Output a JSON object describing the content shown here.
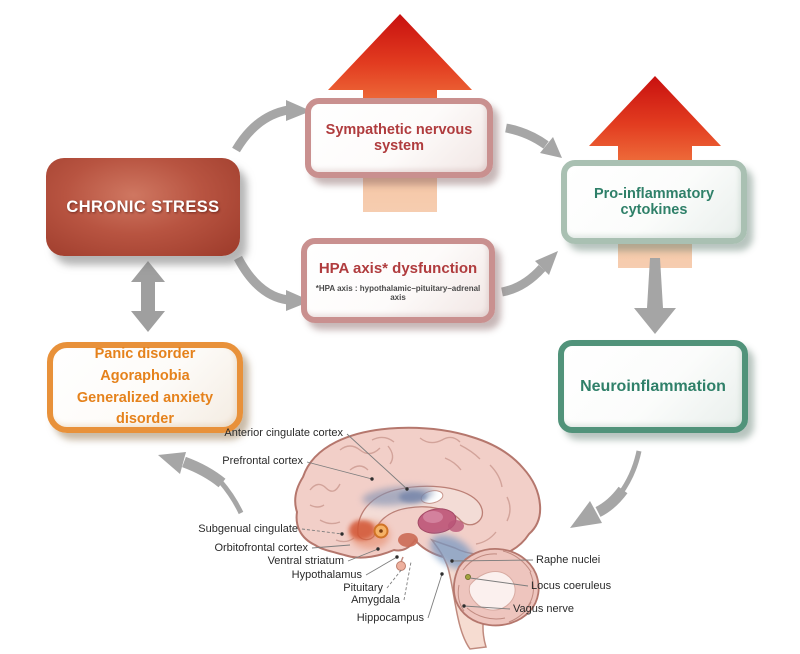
{
  "boxes": {
    "chronic_stress": {
      "label": "CHRONIC STRESS"
    },
    "sympathetic": {
      "label": "Sympathetic nervous system"
    },
    "hpa": {
      "label": "HPA axis* dysfunction",
      "footnote": "*HPA axis : hypothalamic–pituitary–adrenal axis"
    },
    "cytokines": {
      "label": "Pro-inflammatory cytokines"
    },
    "neuroinflammation": {
      "label": "Neuroinflammation"
    },
    "disorders": {
      "line1": "Panic disorder",
      "line2": "Agoraphobia",
      "line3": "Generalized anxiety disorder"
    }
  },
  "brain": {
    "labels": {
      "acc": "Anterior cingulate cortex",
      "pfc": "Prefrontal cortex",
      "subgenual": "Subgenual cingulate",
      "ofc": "Orbitofrontal cortex",
      "ventral_striatum": "Ventral striatum",
      "hypothalamus": "Hypothalamus",
      "pituitary": "Pituitary",
      "amygdala": "Amygdala",
      "hippocampus": "Hippocampus",
      "raphe": "Raphe nuclei",
      "locus_coeruleus": "Locus coeruleus",
      "vagus": "Vagus nerve"
    }
  },
  "colors": {
    "chronic_box": "#a6402f",
    "red_arrow_tip": "#c8100f",
    "red_arrow_fade": "#f6cdb0",
    "pink_border": "#c9908f",
    "red_text": "#b03c3e",
    "sage_border": "#a9c0b2",
    "teal_border": "#51937a",
    "teal_text": "#2f8069",
    "orange_border": "#e8913a",
    "orange_text": "#e5821c",
    "gray_arrow": "#a6a6a6"
  }
}
